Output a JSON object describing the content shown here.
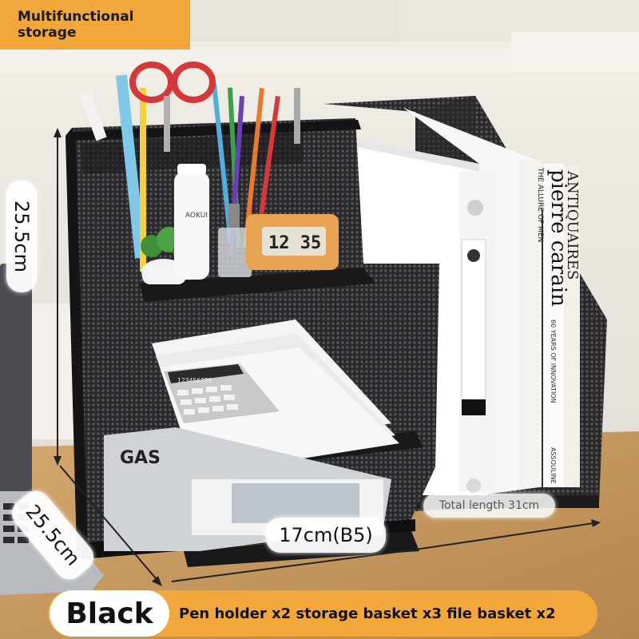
{
  "header": {
    "title": "Multifunctional storage"
  },
  "dimensions": {
    "height": "25.5cm",
    "depth": "25.5cm",
    "width": "17cm(B5)",
    "total_length": "Total length 31cm"
  },
  "product": {
    "color_option": "Black",
    "spec": "Pen holder x2 storage basket x3 file basket x2"
  },
  "props": {
    "clock_time": "12 35",
    "calculator_display": "123456789",
    "book_title": "pierre carain",
    "book_subtitle": "THE ALLURE OF MEN",
    "book2_title": "ANTIQUAIRES",
    "book2_subtitle": "60 YEARS OF INNOVATION",
    "book2_spine": "ASSOULINE",
    "lotion_label": "AOKUI",
    "magazine_text": "GAS"
  },
  "colors": {
    "accent": "#f2a73a",
    "organizer": "#1c1c1e",
    "wall": "#e8e4dc",
    "desk": "#c69a62"
  }
}
